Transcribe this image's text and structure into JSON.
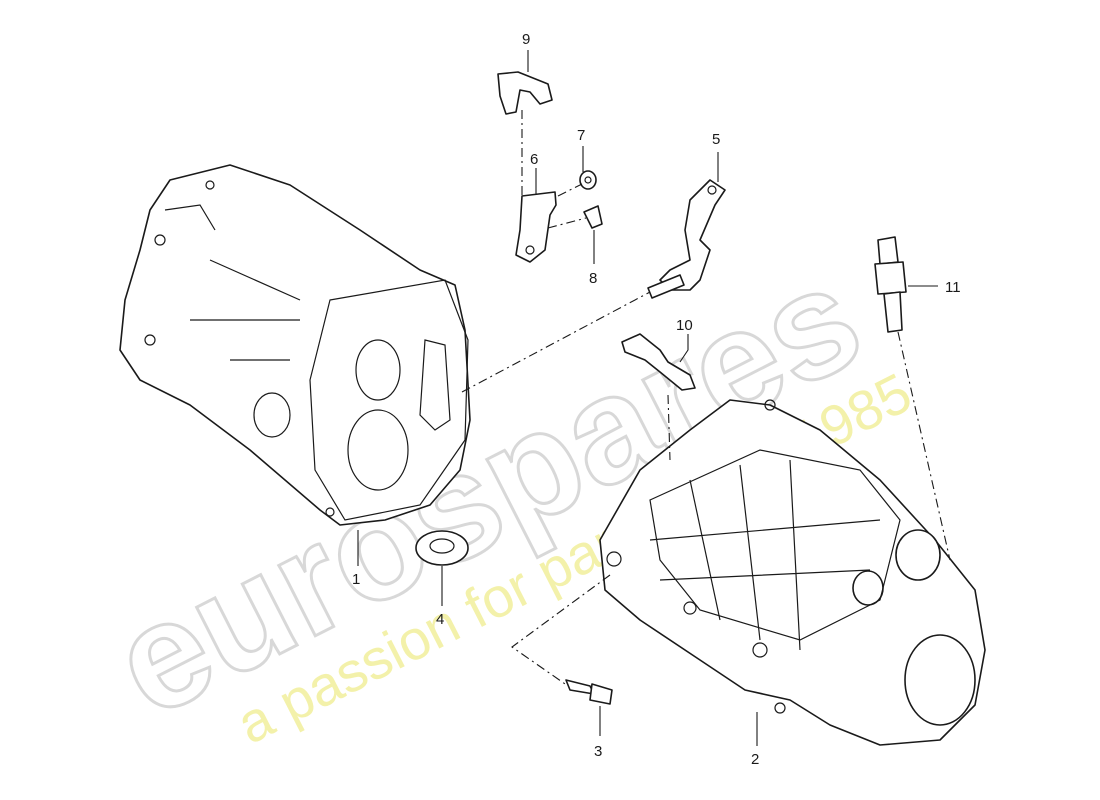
{
  "watermark": {
    "brand": "eurospares",
    "tagline": "a passion for parts since 1985"
  },
  "callouts": [
    {
      "id": "1",
      "label": "1"
    },
    {
      "id": "2",
      "label": "2"
    },
    {
      "id": "3",
      "label": "3"
    },
    {
      "id": "4",
      "label": "4"
    },
    {
      "id": "5",
      "label": "5"
    },
    {
      "id": "6",
      "label": "6"
    },
    {
      "id": "7",
      "label": "7"
    },
    {
      "id": "8",
      "label": "8"
    },
    {
      "id": "9",
      "label": "9"
    },
    {
      "id": "10",
      "label": "10"
    },
    {
      "id": "11",
      "label": "11"
    }
  ]
}
